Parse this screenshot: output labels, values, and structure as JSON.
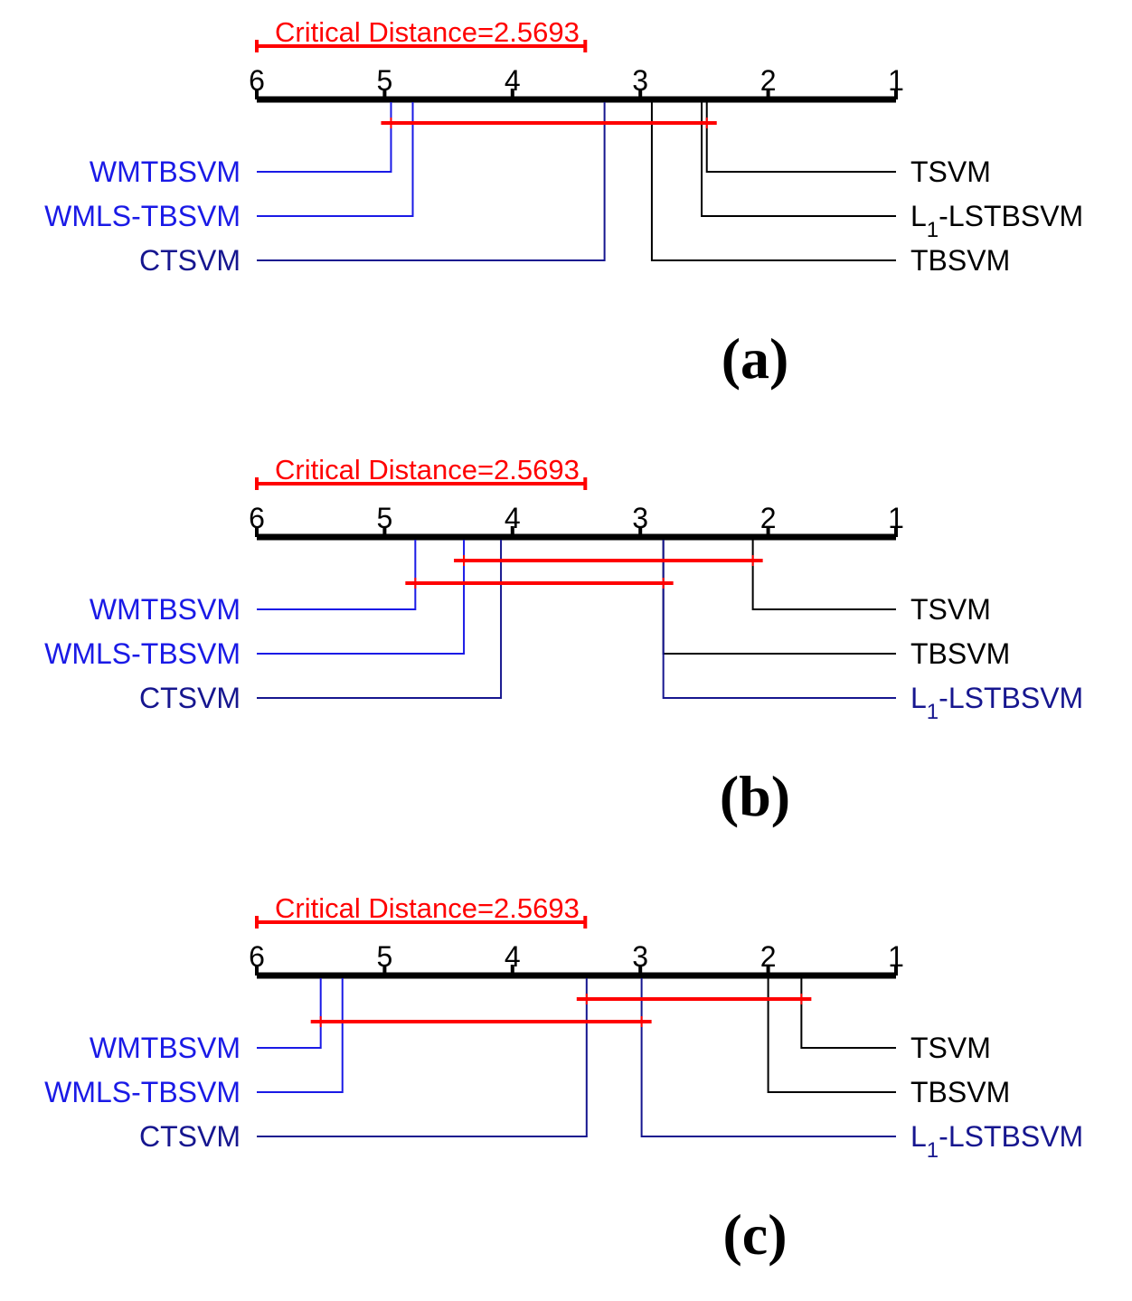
{
  "chart_data": [
    {
      "type": "critical-difference-diagram",
      "panel_label": "(a)",
      "cd_label": "Critical Distance=2.5693",
      "critical_distance": 2.5693,
      "axis": {
        "min": 1,
        "max": 6,
        "reversed": true,
        "ticks": [
          "6",
          "5",
          "4",
          "3",
          "2",
          "1"
        ]
      },
      "left_methods": [
        {
          "name": "WMTBSVM",
          "rank": 4.95,
          "color": "#1a1ae6"
        },
        {
          "name": "WMLS-TBSVM",
          "rank": 4.78,
          "color": "#1a1ae6"
        },
        {
          "name": "CTSVM",
          "rank": 3.28,
          "color": "#16168f"
        }
      ],
      "right_methods": [
        {
          "name": "TSVM",
          "rank": 2.48,
          "color": "#000000"
        },
        {
          "name": "L",
          "sub": "1",
          "suffix": "-LSTBSVM",
          "rank": 2.52,
          "color": "#000000"
        },
        {
          "name": "TBSVM",
          "rank": 2.91,
          "color": "#000000"
        }
      ],
      "cliques": [
        [
          4.95,
          2.48
        ]
      ]
    },
    {
      "type": "critical-difference-diagram",
      "panel_label": "(b)",
      "cd_label": "Critical Distance=2.5693",
      "critical_distance": 2.5693,
      "axis": {
        "min": 1,
        "max": 6,
        "reversed": true,
        "ticks": [
          "6",
          "5",
          "4",
          "3",
          "2",
          "1"
        ]
      },
      "left_methods": [
        {
          "name": "WMTBSVM",
          "rank": 4.76,
          "color": "#1a1ae6"
        },
        {
          "name": "WMLS-TBSVM",
          "rank": 4.38,
          "color": "#1a1ae6"
        },
        {
          "name": "CTSVM",
          "rank": 4.09,
          "color": "#16168f"
        }
      ],
      "right_methods": [
        {
          "name": "TSVM",
          "rank": 2.12,
          "color": "#000000"
        },
        {
          "name": "TBSVM",
          "rank": 2.82,
          "color": "#000000"
        },
        {
          "name": "L",
          "sub": "1",
          "suffix": "-LSTBSVM",
          "rank": 2.82,
          "color": "#16168f"
        }
      ],
      "cliques": [
        [
          4.38,
          2.12
        ],
        [
          4.76,
          2.82
        ]
      ]
    },
    {
      "type": "critical-difference-diagram",
      "panel_label": "(c)",
      "cd_label": "Critical Distance=2.5693",
      "critical_distance": 2.5693,
      "axis": {
        "min": 1,
        "max": 6,
        "reversed": true,
        "ticks": [
          "6",
          "5",
          "4",
          "3",
          "2",
          "1"
        ]
      },
      "left_methods": [
        {
          "name": "WMTBSVM",
          "rank": 5.5,
          "color": "#1a1ae6"
        },
        {
          "name": "WMLS-TBSVM",
          "rank": 5.33,
          "color": "#1a1ae6"
        },
        {
          "name": "CTSVM",
          "rank": 3.42,
          "color": "#16168f"
        }
      ],
      "right_methods": [
        {
          "name": "TSVM",
          "rank": 1.74,
          "color": "#000000"
        },
        {
          "name": "TBSVM",
          "rank": 2.0,
          "color": "#000000"
        },
        {
          "name": "L",
          "sub": "1",
          "suffix": "-LSTBSVM",
          "rank": 2.99,
          "color": "#16168f"
        }
      ],
      "cliques": [
        [
          3.42,
          1.74
        ],
        [
          5.5,
          2.99
        ]
      ]
    }
  ],
  "colors": {
    "accent": "#ff0000",
    "axis": "#000000"
  }
}
